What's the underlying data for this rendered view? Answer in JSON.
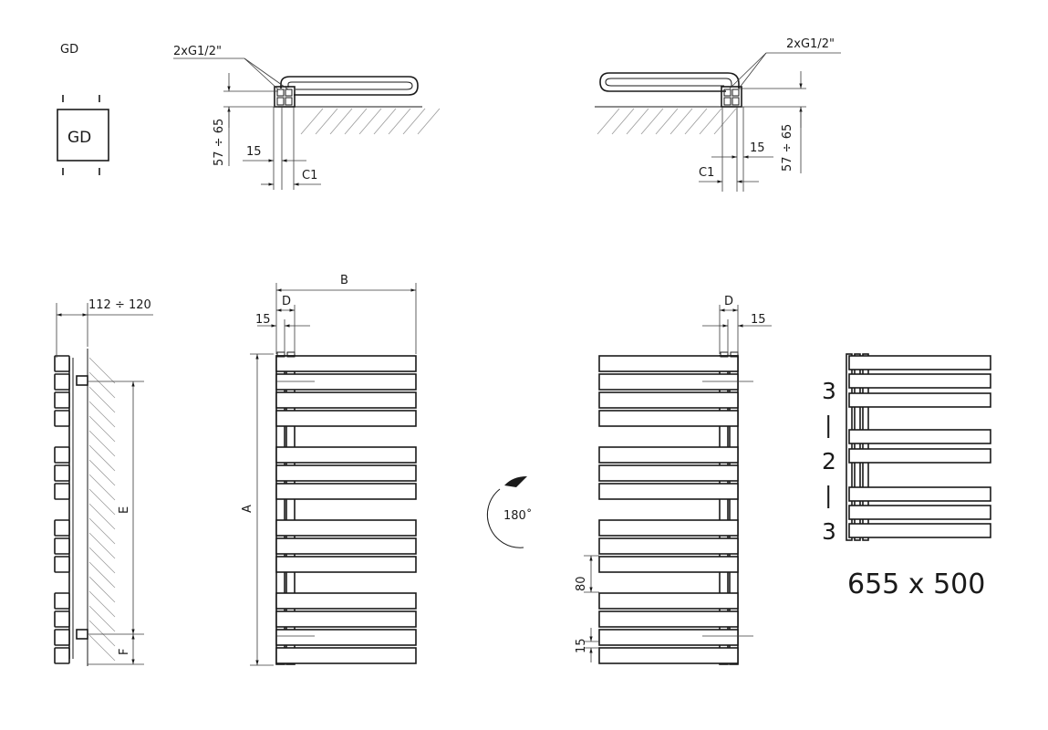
{
  "diagram": {
    "model_code": "GD",
    "model_symbol_label": "GD",
    "connection_top_left": "2xG1/2\"",
    "connection_top_right": "2xG1/2\"",
    "dim_wall_distance_left": "57 ÷ 65",
    "dim_wall_distance_right": "57 ÷ 65",
    "dim_15_top_left": "15",
    "dim_15_top_right": "15",
    "dim_c1_left": "C1",
    "dim_c1_right": "C1",
    "dim_depth_side": "112 ÷ 120",
    "dim_e": "E",
    "dim_f": "F",
    "dim_a": "A",
    "dim_b": "B",
    "dim_d_front": "D",
    "dim_15_front": "15",
    "dim_d_rear": "D",
    "dim_15_rear": "15",
    "rotation_label": "180˚",
    "dim_80": "80",
    "dim_15_bottom": "15",
    "grouping": {
      "top": "3",
      "sep1": "|",
      "middle": "2",
      "sep2": "|",
      "bottom": "3"
    },
    "size_label": "655 x 500"
  }
}
